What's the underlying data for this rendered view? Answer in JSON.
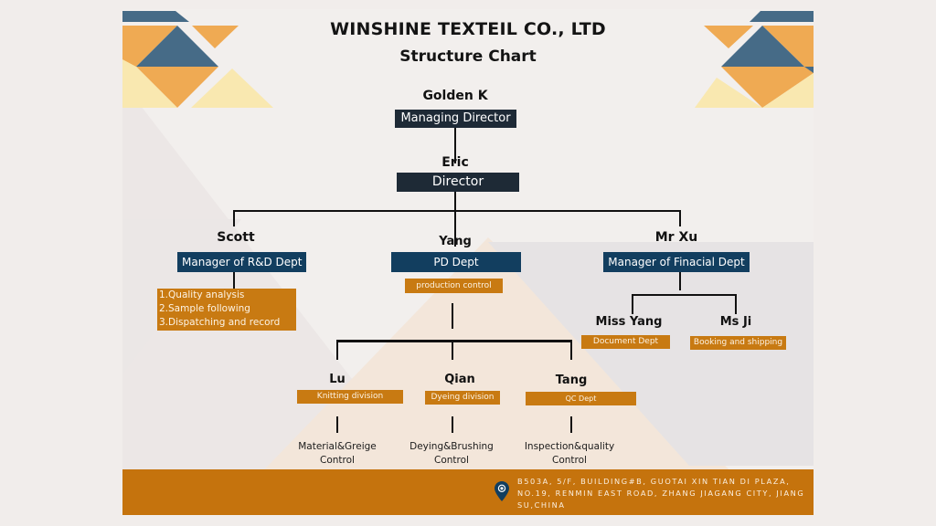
{
  "header": {
    "company": "WINSHINE TEXTEIL CO., LTD",
    "subtitle": "Structure Chart"
  },
  "colors": {
    "dark_box": "#1e2a36",
    "navy_box": "#123e5f",
    "orange_box": "#c87a12",
    "footer": "#c5730d",
    "decor_blue": "#466b87",
    "decor_orange": "#efaa53",
    "decor_yellow": "#f9e8b0"
  },
  "org": {
    "managing_director": {
      "name": "Golden K",
      "title": "Managing Director"
    },
    "director": {
      "name": "Eric",
      "title": "Director"
    },
    "rd": {
      "name": "Scott",
      "title": "Manager of  R&D Dept",
      "duties": [
        "1.Quality analysis",
        "2.Sample following",
        "3.Dispatching and record"
      ]
    },
    "pd": {
      "name": "Yang",
      "title": "PD Dept",
      "subtitle": "production control",
      "children": [
        {
          "name": "Lu",
          "title": "Knitting division",
          "desc_line1": "Material&Greige",
          "desc_line2": "Control"
        },
        {
          "name": "Qian",
          "title": "Dyeing division",
          "desc_line1": "Deying&Brushing",
          "desc_line2": "Control"
        },
        {
          "name": "Tang",
          "title": "QC Dept",
          "desc_line1": "Inspection&quality",
          "desc_line2": "Control"
        }
      ]
    },
    "finance": {
      "name": "Mr Xu",
      "title": "Manager of Finacial Dept",
      "children": [
        {
          "name": "Miss Yang",
          "title": "Document Dept"
        },
        {
          "name": "Ms Ji",
          "title": "Booking and shipping"
        }
      ]
    }
  },
  "footer": {
    "icon": "location-pin-icon",
    "address": "B503A, 5/F, BUILDING#B, GUOTAI XIN TIAN DI PLAZA, NO.19, RENMIN EAST ROAD, ZHANG JIAGANG CITY, JIANG SU,CHINA"
  }
}
